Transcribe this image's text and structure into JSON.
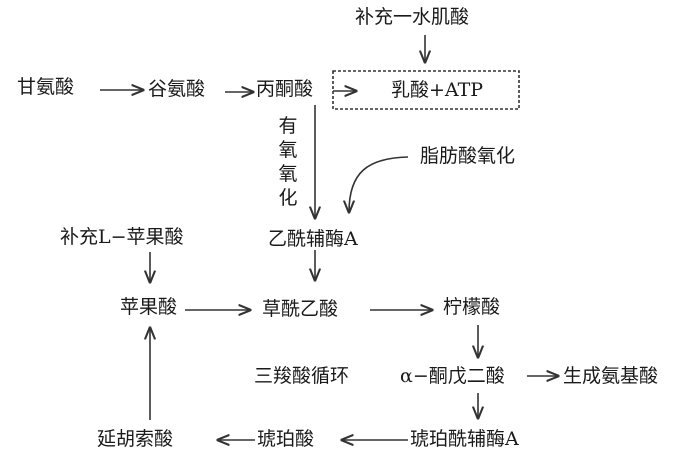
{
  "nodes": {
    "creatine": "补充一水肌酸",
    "glycine": "甘氨酸",
    "glutamate": "谷氨酸",
    "pyruvate": "丙酮酸",
    "lactate_atp": "乳酸+ATP",
    "aerobic_chars": [
      "有",
      "氧",
      "氧",
      "化"
    ],
    "fatty_acid_oxidation": "脂肪酸氧化",
    "acetyl_coa": "乙酰辅酶A",
    "l_malate_supplement": "补充L−苹果酸",
    "malate": "苹果酸",
    "oxaloacetate": "草酰乙酸",
    "citrate": "柠檬酸",
    "tca_cycle": "三羧酸循环",
    "alpha_ketoglutarate": "α−酮戊二酸",
    "amino_acid_synthesis": "生成氨基酸",
    "fumarate": "延胡索酸",
    "succinate": "琥珀酸",
    "succinyl_coa": "琥珀酰辅酶A"
  },
  "colors": {
    "text": "#1a1a1a",
    "line": "#333333"
  }
}
